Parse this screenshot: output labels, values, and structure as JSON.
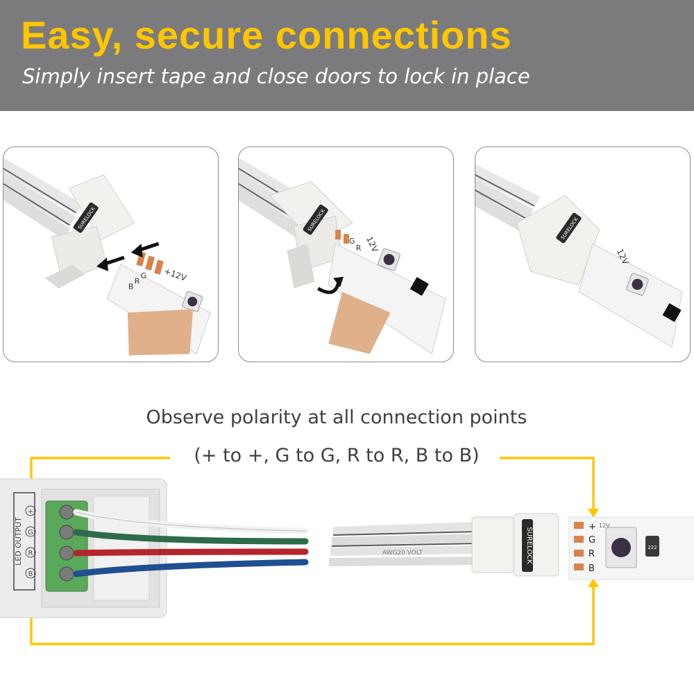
{
  "header": {
    "title": "Easy, secure connections",
    "subtitle": "Simply insert tape and close doors to lock in place"
  },
  "panels": [
    {
      "connector_brand": "SURELOCK",
      "strip_voltage": "+12V",
      "pad_labels": [
        "G",
        "R",
        "B"
      ]
    },
    {
      "connector_brand": "SURELOCK",
      "strip_voltage": "12V",
      "pad_labels": [
        "G",
        "R"
      ]
    },
    {
      "connector_brand": "SURELOCK",
      "strip_voltage": "12V"
    }
  ],
  "polarity": {
    "line1": "Observe polarity at all connection points",
    "line2": "(+ to +, G to G, R to R, B to B)"
  },
  "controller": {
    "output_label": "LED OUTPUT",
    "terminals": [
      "+",
      "G",
      "R",
      "B"
    ]
  },
  "cable_print": "AWG20 VOLT",
  "connector": {
    "brand": "SURELOCK"
  },
  "strip": {
    "pads": [
      "+",
      "G",
      "R",
      "B"
    ],
    "voltage": "12V",
    "resistor_code": "222"
  },
  "colors": {
    "accent_yellow": "#ffc600",
    "header_gray": "#7b7b7d",
    "terminal_green": "#5aa85a",
    "copper": "#d9834a",
    "wire_green": "#2e6b4a",
    "wire_red": "#b5252b",
    "wire_blue": "#1f4f8f"
  }
}
